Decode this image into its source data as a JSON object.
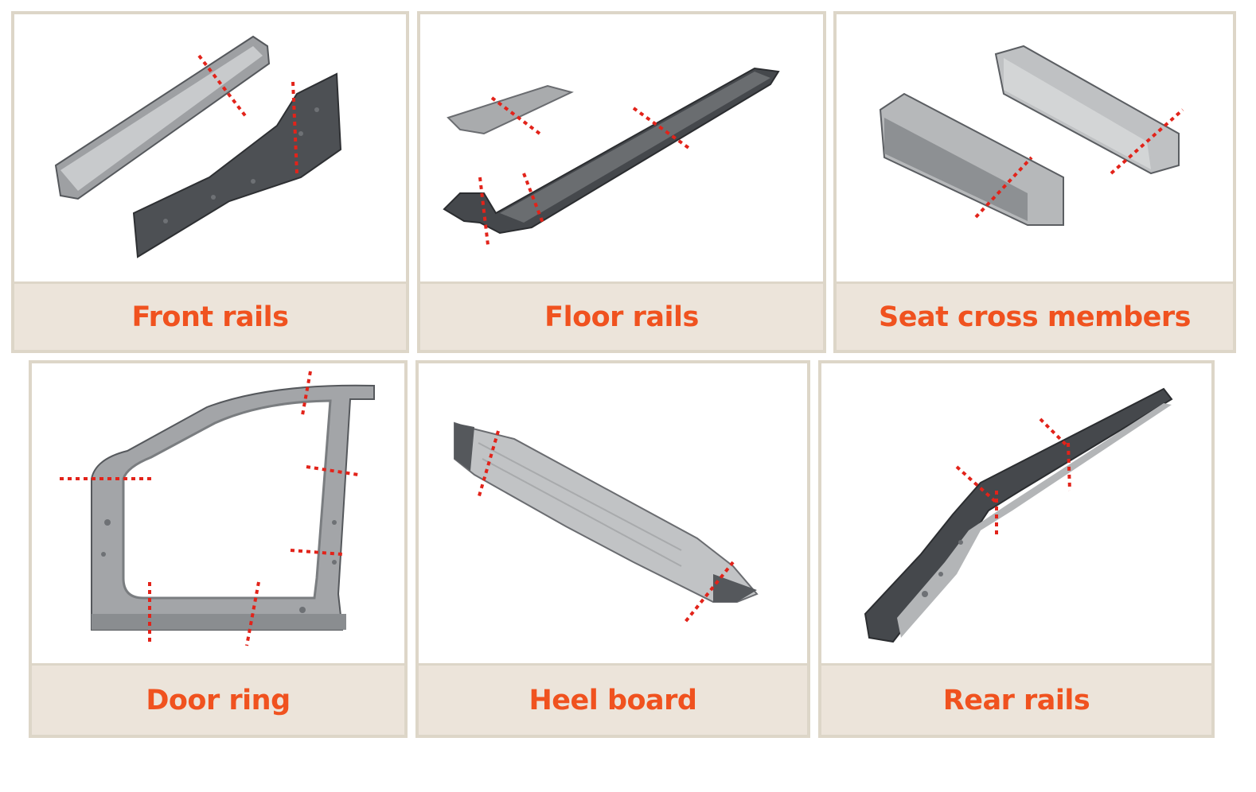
{
  "panels": [
    {
      "label": "Front rails",
      "icon": "front-rails-part"
    },
    {
      "label": "Floor rails",
      "icon": "floor-rails-part"
    },
    {
      "label": "Seat cross members",
      "icon": "seat-cross-members-part"
    },
    {
      "label": "Door ring",
      "icon": "door-ring-part"
    },
    {
      "label": "Heel board",
      "icon": "heel-board-part"
    },
    {
      "label": "Rear rails",
      "icon": "rear-rails-part"
    }
  ],
  "colors": {
    "caption_text": "#f0521f",
    "caption_bg": "#ece4da",
    "border": "#ddd6c8",
    "cut_marker": "#e2231a"
  }
}
